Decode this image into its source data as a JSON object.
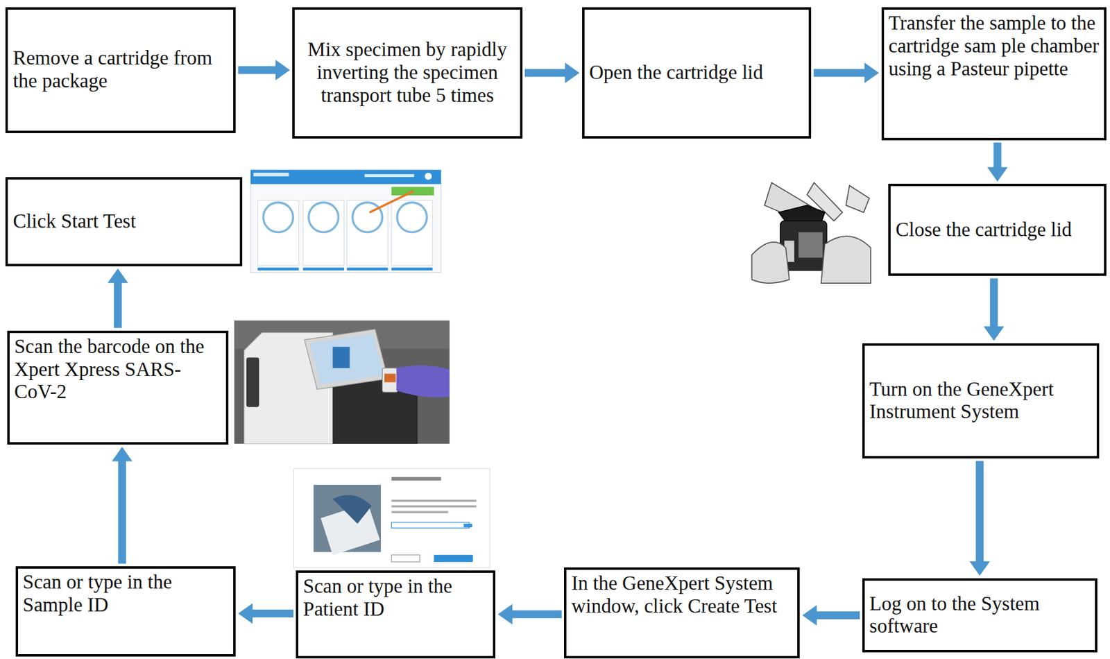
{
  "diagram": {
    "nodes": [
      {
        "text": [
          "Remove a cartridge from the package"
        ]
      },
      {
        "text": [
          "Mix specimen by rapidly inverting the specimen transport tube 5 times"
        ]
      },
      {
        "text": [
          "Open the cartridge lid"
        ]
      },
      {
        "text": [
          "Transfer the sample to the cartridge sam ple chamber using a Pasteur pipette"
        ]
      },
      {
        "text": [
          "Close the cartridge lid"
        ]
      },
      {
        "text": [
          "Turn on the GeneXpert Instrument System"
        ]
      },
      {
        "text": [
          "Log on to the System software"
        ]
      },
      {
        "text": [
          "In the GeneXpert System window, click Create Test"
        ]
      },
      {
        "text": [
          "Scan or type in the Patient ID"
        ]
      },
      {
        "text": [
          "Scan or type in the Sample ID"
        ]
      },
      {
        "text": [
          "Scan the barcode on the Xpert Xpress SARS-CoV-2"
        ]
      },
      {
        "text": [
          "Click Start Test"
        ]
      }
    ],
    "edges": [
      {
        "from": 0,
        "to": 1,
        "arrow": "to"
      },
      {
        "from": 1,
        "to": 2,
        "arrow": "to"
      },
      {
        "from": 2,
        "to": 3,
        "arrow": "to"
      },
      {
        "from": 3,
        "to": 4,
        "arrow": "to"
      },
      {
        "from": 4,
        "to": 5,
        "arrow": "to"
      },
      {
        "from": 5,
        "to": 6,
        "arrow": "to"
      },
      {
        "from": 6,
        "to": 7,
        "arrow": "to"
      },
      {
        "from": 7,
        "to": 8,
        "arrow": "to"
      },
      {
        "from": 8,
        "to": 9,
        "arrow": "to"
      },
      {
        "from": 9,
        "to": 10,
        "arrow": "to"
      },
      {
        "from": 10,
        "to": 11,
        "arrow": "to"
      }
    ]
  }
}
